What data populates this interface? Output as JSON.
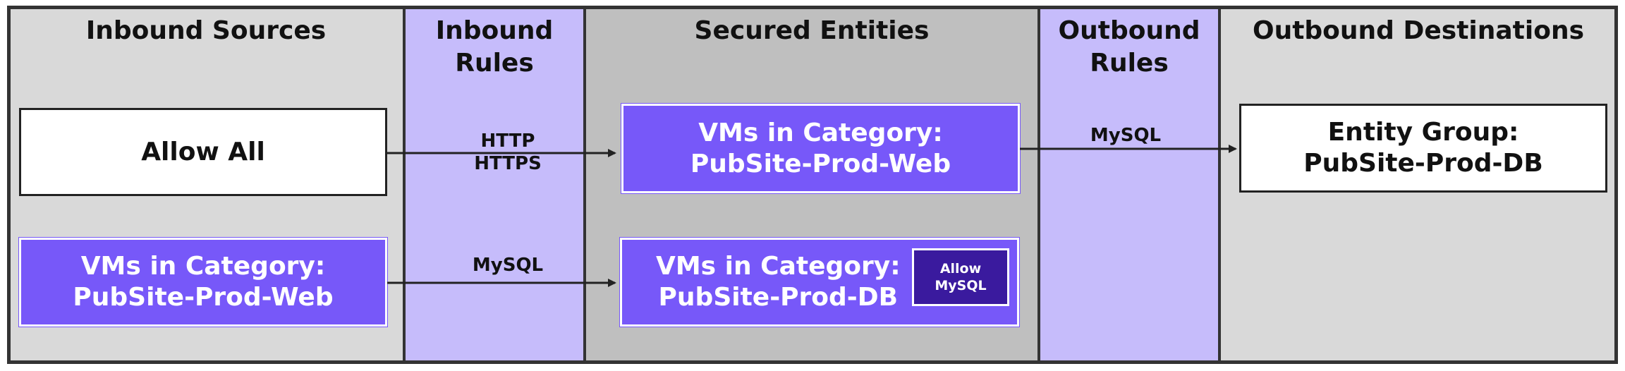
{
  "columns": {
    "inbound_sources": "Inbound Sources",
    "inbound_rules": [
      "Inbound",
      "Rules"
    ],
    "secured_entities": "Secured Entities",
    "outbound_rules": [
      "Outbound",
      "Rules"
    ],
    "outbound_destinations": "Outbound Destinations"
  },
  "sources": {
    "allow_all": "Allow All",
    "web_vms": [
      "VMs in Category:",
      "PubSite-Prod-Web"
    ]
  },
  "entities": {
    "web_vms": [
      "VMs in Category:",
      "PubSite-Prod-Web"
    ],
    "db_vms": [
      "VMs in Category:",
      "PubSite-Prod-DB"
    ],
    "db_badge": [
      "Allow",
      "MySQL"
    ]
  },
  "destinations": {
    "entity_group": [
      "Entity Group:",
      "PubSite-Prod-DB"
    ]
  },
  "rules": {
    "inbound_web": [
      "HTTP",
      "HTTPS"
    ],
    "inbound_db": "MySQL",
    "outbound_web": "MySQL"
  },
  "colors": {
    "rule_column": "#c6bcfb",
    "entity_purple": "#7758f9",
    "badge_dark": "#3a1a9e",
    "panel_gray": "#d9d9d9"
  }
}
